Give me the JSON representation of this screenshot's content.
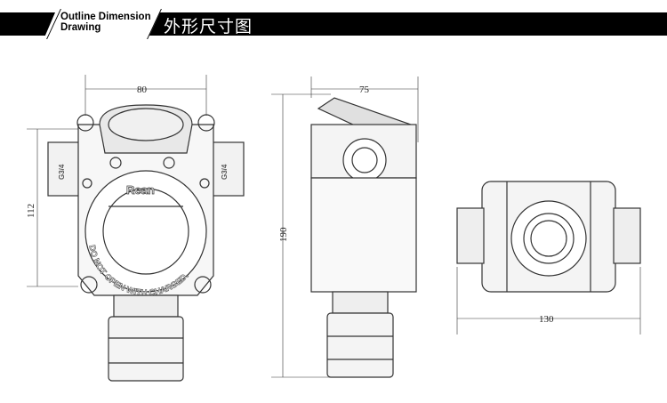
{
  "header": {
    "title_en_line1": "Outline Dimension",
    "title_en_line2": "Drawing",
    "title_cn": "外形尺寸图"
  },
  "front_view": {
    "brand": "Rean",
    "warning": "DO NOT OPEN WITH CHARGED.",
    "thread_left": "G3/4",
    "thread_right": "G3/4",
    "width_dim": "80",
    "height_dim": "112"
  },
  "side_view": {
    "width_dim": "75",
    "height_dim": "190"
  },
  "top_view": {
    "width_dim": "130"
  },
  "colors": {
    "header_bg": "#000000",
    "line": "#333333"
  }
}
